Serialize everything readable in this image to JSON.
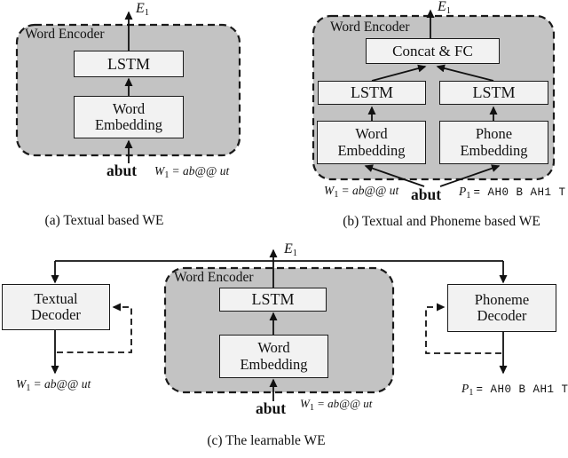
{
  "colors": {
    "panel_fill": "#c3c3c3",
    "box_fill": "#f2f2f2",
    "line": "#111111",
    "background": "#ffffff"
  },
  "diagram_a": {
    "panel_label": "Word Encoder",
    "boxes": {
      "lstm": "LSTM",
      "word_embedding": "Word Embedding"
    },
    "output": {
      "var": "E",
      "sub": "1"
    },
    "input_word": "abut",
    "input_label": {
      "var": "W",
      "sub": "1",
      "value": "= ab@@ ut"
    },
    "caption": "(a) Textual based WE"
  },
  "diagram_b": {
    "panel_label": "Word Encoder",
    "boxes": {
      "concat_fc": "Concat & FC",
      "lstm_left": "LSTM",
      "lstm_right": "LSTM",
      "word_embedding": "Word Embedding",
      "phone_embedding": "Phone Embedding"
    },
    "output": {
      "var": "E",
      "sub": "1"
    },
    "input_word": "abut",
    "input_label_w": {
      "var": "W",
      "sub": "1",
      "value": "= ab@@ ut"
    },
    "input_label_p": {
      "var": "P",
      "sub": "1",
      "value": "= AH0 B AH1 T"
    },
    "caption": "(b) Textual and Phoneme based WE"
  },
  "diagram_c": {
    "panel_label": "Word Encoder",
    "boxes": {
      "lstm": "LSTM",
      "word_embedding": "Word Embedding",
      "textual_decoder": "Textual Decoder",
      "phoneme_decoder": "Phoneme Decoder"
    },
    "output": {
      "var": "E",
      "sub": "1"
    },
    "input_word": "abut",
    "input_label": {
      "var": "W",
      "sub": "1",
      "value": "= ab@@ ut"
    },
    "output_label_w": {
      "var": "W",
      "sub": "1",
      "value": "= ab@@ ut"
    },
    "output_label_p": {
      "var": "P",
      "sub": "1",
      "value": "= AH0 B AH1 T"
    },
    "caption": "(c) The learnable WE"
  }
}
